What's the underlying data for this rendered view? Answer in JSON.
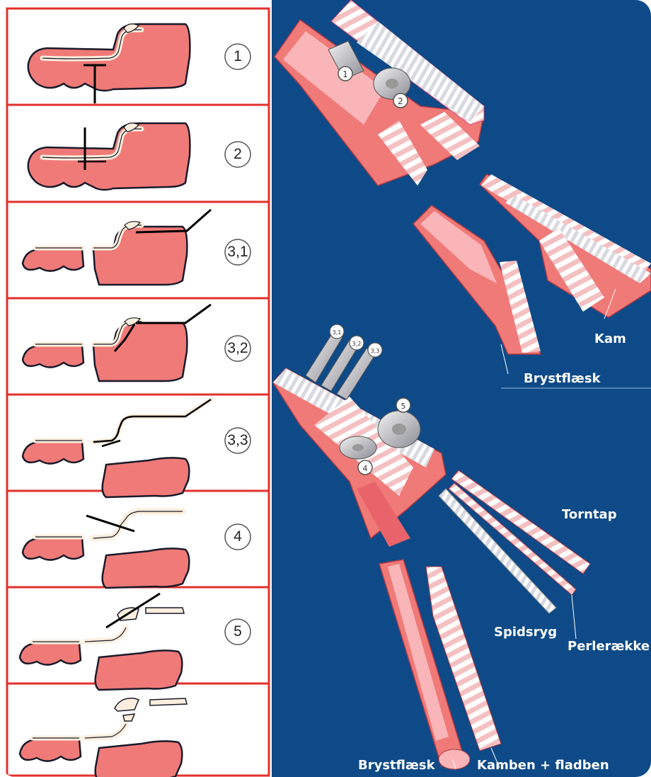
{
  "steps": [
    {
      "id": "1",
      "label": "1"
    },
    {
      "id": "2",
      "label": "2"
    },
    {
      "id": "3-1",
      "label": "3,1"
    },
    {
      "id": "3-2",
      "label": "3,2"
    },
    {
      "id": "3-3",
      "label": "3,3"
    },
    {
      "id": "4",
      "label": "4"
    },
    {
      "id": "5",
      "label": "5"
    },
    {
      "id": "6",
      "label": ""
    }
  ],
  "cuts": {
    "kam": "Kam",
    "brystflaesk_top": "Brystflæsk",
    "torntap": "Torntap",
    "spidsryg": "Spidsryg",
    "perleraekke": "Perlerække",
    "brystflaesk_bottom": "Brystflæsk",
    "kamben_fladben": "Kamben + fladben"
  },
  "blade_markers": {
    "top_1": "1",
    "top_2": "2",
    "mid_3_1": "3,1",
    "mid_3_2": "3,2",
    "mid_3_3": "3,3",
    "mid_4": "4",
    "mid_5": "5"
  },
  "colors": {
    "panel_blue": "#0d4a87",
    "border_red": "#e2302c",
    "meat": "#f07a78",
    "fat": "#fbeedd",
    "outline": "#1a1a2a"
  }
}
